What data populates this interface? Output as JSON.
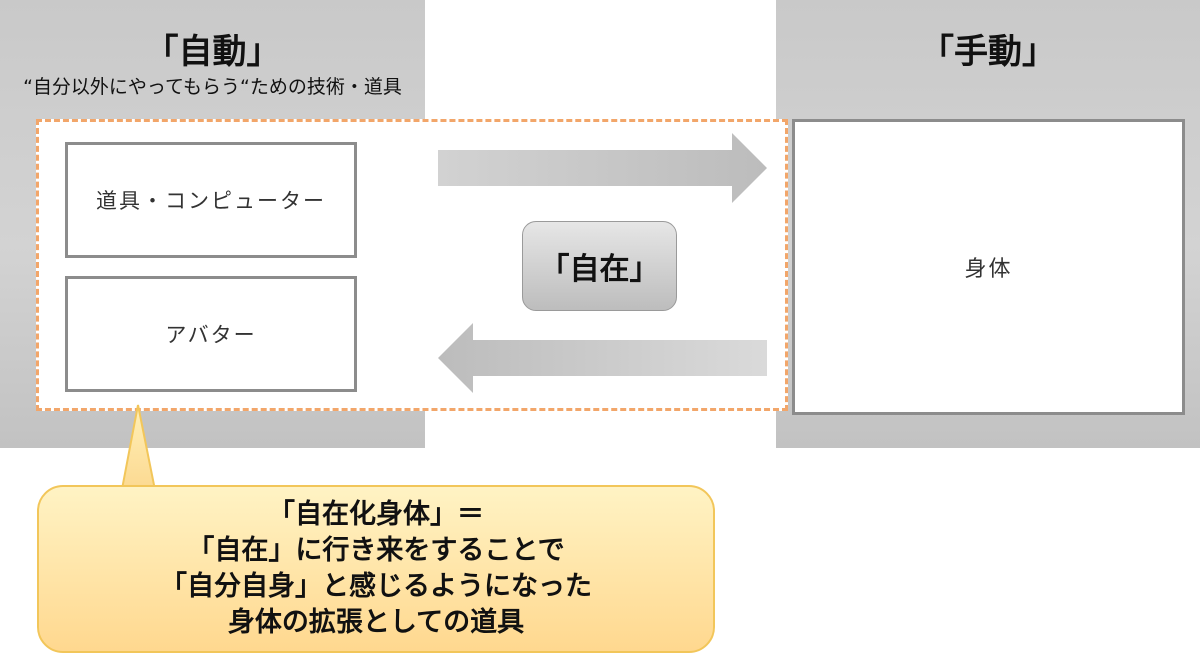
{
  "auto_panel": {
    "title": "「自動」",
    "subtitle": "“自分以外にやってもらう“ための技術・道具"
  },
  "manual_panel": {
    "title": "「手動」"
  },
  "boxes": {
    "tools": "道具・コンピューター",
    "avatar": "アバター",
    "body": "身体"
  },
  "center_badge": "「自在」",
  "callout": {
    "lines": [
      "「自在化身体」＝",
      "「自在」に行き来をすることで",
      "「自分自身」と感じるようになった",
      "身体の拡張としての道具"
    ]
  },
  "colors": {
    "panel_gray": "#cccccc",
    "dashed_orange": "#f2a66a",
    "callout_fill": "#ffd88f",
    "arrow_gray": "#c8c8c8"
  }
}
